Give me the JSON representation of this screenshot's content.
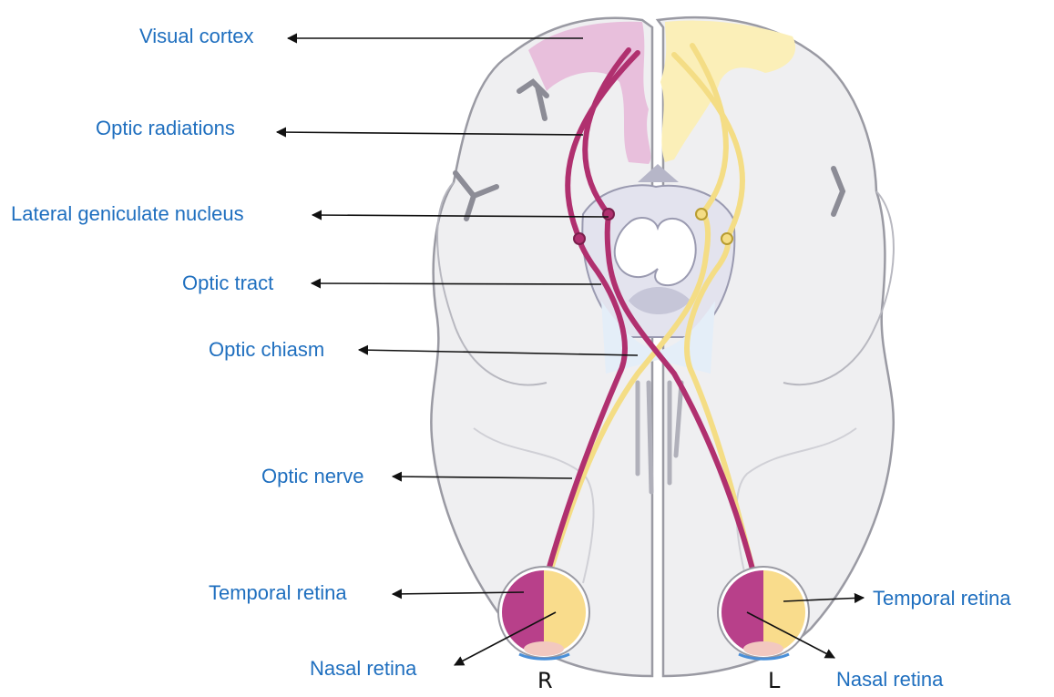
{
  "labels": {
    "visual_cortex": "Visual cortex",
    "optic_radiations": "Optic radiations",
    "lateral_geniculate_nucleus": "Lateral geniculate nucleus",
    "optic_tract": "Optic tract",
    "optic_chiasm": "Optic chiasm",
    "optic_nerve": "Optic nerve",
    "temporal_retina_right": "Temporal retina",
    "nasal_retina_right": "Nasal retina",
    "temporal_retina_left": "Temporal retina",
    "nasal_retina_left": "Nasal retina",
    "side_right": "R",
    "side_left": "L"
  },
  "colors": {
    "label_text": "#1f6fbf",
    "right_pathway": "#b0306f",
    "left_pathway": "#f4dd85",
    "visual_cortex_right": "#e8bfdc",
    "visual_cortex_left": "#fbefb8",
    "brain_fill": "#efeff1",
    "brain_outline": "#9a9aa3"
  }
}
